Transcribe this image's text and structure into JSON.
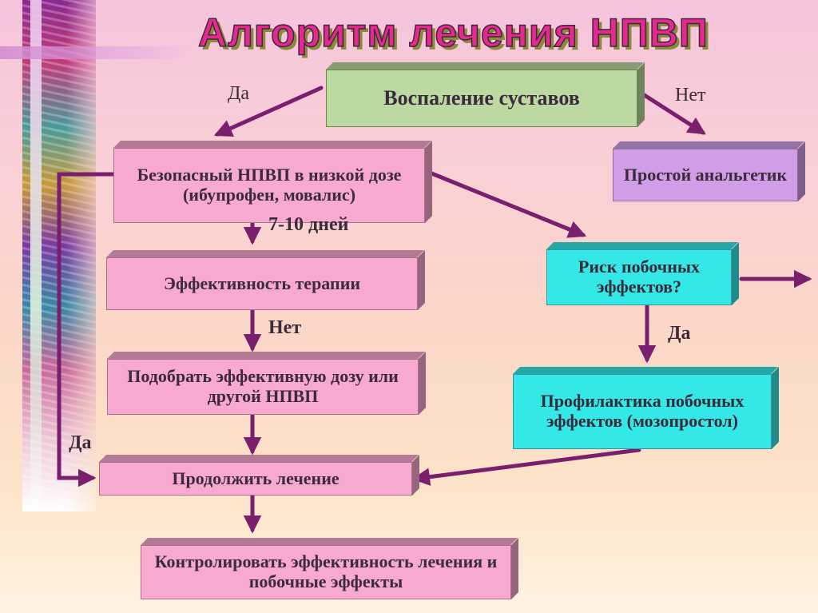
{
  "title": "Алгоритм лечения НПВП",
  "boxes": {
    "inflammation": "Воспаление суставов",
    "safe_nsaid": "Безопасный НПВП в низкой дозе (ибупрофен, мовалис)",
    "simple_analgesic": "Простой анальгетик",
    "effectiveness": "Эффективность терапии",
    "side_effect_risk": "Риск побочных эффектов?",
    "choose_dose": "Подобрать эффективную дозу или другой НПВП",
    "prophylaxis": "Профилактика побочных эффектов (мозопростол)",
    "continue": "Продолжить лечение",
    "monitor": "Контролировать эффективность лечения и побочные эффекты"
  },
  "labels": {
    "yes_top": "Да",
    "no_top": "Нет",
    "days": "7-10 дней",
    "no_mid": "Нет",
    "yes_risk": "Да",
    "yes_left": "Да"
  },
  "colors": {
    "arrow": "#7a1f6e",
    "pink_box": "#f7a9cf",
    "green_box": "#bcd9a2",
    "purple_box": "#cf9ee6",
    "cyan_box": "#34e8e8",
    "title": "#e62890"
  }
}
